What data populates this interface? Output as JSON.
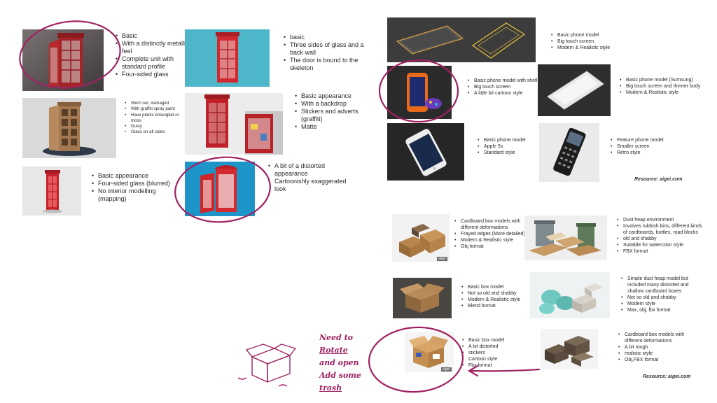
{
  "telephone_booths": [
    {
      "bullets": [
        "Basic",
        "With a distinctly metallic feel",
        "Complete unit with standard profile",
        "Four-sided glass"
      ]
    },
    {
      "bullets": [
        "Worn out, damaged",
        "With graffiti spray paint",
        "Have plants entangled or moss",
        "Dusty",
        "Glass on all sides"
      ]
    },
    {
      "bullets": [
        "Basic appearance",
        "Four-sided glass (blurred)",
        "No interior modelling (mapping)"
      ]
    },
    {
      "bullets": [
        "basic",
        "Three sides of glass and a back wall",
        "The door is bound to the skeleton"
      ]
    },
    {
      "bullets": [
        "Basic appearance",
        "With a backdrop",
        "Stickers and adverts (graffiti)",
        "Matte"
      ]
    },
    {
      "bullets": [
        "A bit of a distorted appearance",
        "Cartoonishly exaggerated look"
      ]
    }
  ],
  "phones": [
    {
      "bullets": [
        "Basic phone model",
        "Big touch screen",
        "Modern & Realistic style"
      ]
    },
    {
      "bullets": [
        "Basic phone model with shell",
        "Big touch screen",
        "A little bit cartoon style"
      ]
    },
    {
      "bullets": [
        "Basic phone model (Sumsung)",
        "Big touch screen and thinner body",
        "Modern & Realistic style"
      ]
    },
    {
      "bullets": [
        "Basic phone model",
        "Apple 5s",
        "Standard style"
      ]
    },
    {
      "bullets": [
        "Feature phone model",
        "Smaller screen",
        "Retro style"
      ]
    }
  ],
  "phones_resource": "Resource: aigei.com",
  "boxes": [
    {
      "bullets": [
        "Cardboard box models with different deformations",
        "Frayed edges (More detailed)",
        "Modern & Realistic style",
        "Obj format"
      ]
    },
    {
      "bullets": [
        "Dust heap environment",
        "Involves rubbish bins, different kinds of cardboards, bottles, road blocks",
        "old and shabby",
        "Suitable for watercolor style",
        "FBX format"
      ]
    },
    {
      "bullets": [
        "Basic box model",
        "Not so old and shabby",
        "Modern & Realistic style",
        "Blend format"
      ]
    },
    {
      "bullets": [
        "Simple dust heap model but included many distorted and shallow cardboard boxes",
        "Not so old and shabby",
        "Modern style",
        "Max, obj, fbx format"
      ]
    },
    {
      "bullets": [
        "Basic box model",
        "A bit distorted",
        "stickers",
        "Cartoon style",
        "Fbx format"
      ]
    },
    {
      "bullets": [
        "Cardboard box models with different deformations",
        "A bit rough",
        "realistic style",
        "Obj,FBX format"
      ]
    }
  ],
  "boxes_resource": "Resource: aigei.com",
  "handwritten_note": [
    "Need to",
    "Rotate",
    "and open",
    "Add some",
    "trash"
  ],
  "colors": {
    "annotation_ink": "#a02262",
    "booth_red": "#c8232c"
  }
}
